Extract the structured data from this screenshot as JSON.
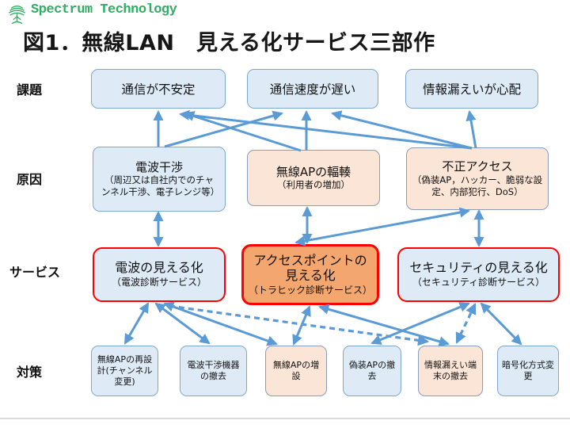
{
  "logo": {
    "text": "Spectrum Technology",
    "color": "#2FAE63",
    "icon": "tree-logo-icon"
  },
  "title": "図1．無線LAN　見える化サービス三部作",
  "row_labels": {
    "issues": "課題",
    "causes": "原因",
    "services": "サービス",
    "measures": "対策"
  },
  "issues": [
    {
      "label": "通信が不安定"
    },
    {
      "label": "通信速度が遅い"
    },
    {
      "label": "情報漏えいが心配"
    }
  ],
  "causes": [
    {
      "title": "電波干渉",
      "sub": "（周辺又は自社内でのチャンネル干渉、電子レンジ等）"
    },
    {
      "title": "無線APの輻輳",
      "sub": "（利用者の増加）"
    },
    {
      "title": "不正アクセス",
      "sub": "（偽装AP，ハッカー、脆弱な設定、内部犯行、DoS）"
    }
  ],
  "services": [
    {
      "title": "電波の見える化",
      "sub": "（電波診断サービス）"
    },
    {
      "title": "アクセスポイントの見える化",
      "sub": "（トラヒック診断サービス）"
    },
    {
      "title": "セキュリティの見える化",
      "sub": "（セキュリティ診断サービス）"
    }
  ],
  "measures": [
    {
      "label": "無線APの再設計(チャンネル変更)"
    },
    {
      "label": "電波干渉機器の撤去"
    },
    {
      "label": "無線APの増設"
    },
    {
      "label": "偽装APの撤去"
    },
    {
      "label": "情報漏えい端末の撤去"
    },
    {
      "label": "暗号化方式変更"
    }
  ],
  "colors": {
    "arrow": "#5B9BD5",
    "blue_fill": "#DEEBF7",
    "peach_fill": "#FBE5D6",
    "highlight_fill": "#F3A76F",
    "service_border": "#FF0000",
    "logo_green": "#2FAE63"
  },
  "connections": [
    {
      "from": "cause-1",
      "to": "issue-1",
      "style": "solid",
      "heads": 1
    },
    {
      "from": "cause-1",
      "to": "issue-2",
      "style": "solid",
      "heads": 1
    },
    {
      "from": "cause-2",
      "to": "issue-1",
      "style": "solid",
      "heads": 1
    },
    {
      "from": "cause-2",
      "to": "issue-2",
      "style": "solid",
      "heads": 1
    },
    {
      "from": "cause-3",
      "to": "issue-1",
      "style": "solid",
      "heads": 1
    },
    {
      "from": "cause-3",
      "to": "issue-2",
      "style": "solid",
      "heads": 1
    },
    {
      "from": "cause-3",
      "to": "issue-3",
      "style": "solid",
      "heads": 1
    },
    {
      "from": "cause-1",
      "to": "service-1",
      "style": "solid",
      "heads": 2
    },
    {
      "from": "cause-2",
      "to": "service-2",
      "style": "solid",
      "heads": 2
    },
    {
      "from": "cause-3",
      "to": "service-2",
      "style": "solid",
      "heads": 2
    },
    {
      "from": "cause-3",
      "to": "service-3",
      "style": "solid",
      "heads": 2
    },
    {
      "from": "service-1",
      "to": "measure-1",
      "style": "solid",
      "heads": 2
    },
    {
      "from": "service-1",
      "to": "measure-2",
      "style": "solid",
      "heads": 2
    },
    {
      "from": "service-1",
      "to": "measure-3",
      "style": "solid",
      "heads": 2
    },
    {
      "from": "service-2",
      "to": "measure-3",
      "style": "solid",
      "heads": 2
    },
    {
      "from": "service-2",
      "to": "measure-5",
      "style": "solid",
      "heads": 2
    },
    {
      "from": "service-3",
      "to": "measure-4",
      "style": "solid",
      "heads": 2
    },
    {
      "from": "service-3",
      "to": "measure-6",
      "style": "solid",
      "heads": 2
    },
    {
      "from": "service-3",
      "to": "measure-5",
      "style": "dashed",
      "heads": 2
    },
    {
      "from": "service-1",
      "to": "measure-5",
      "style": "dashed",
      "heads": 1
    }
  ]
}
